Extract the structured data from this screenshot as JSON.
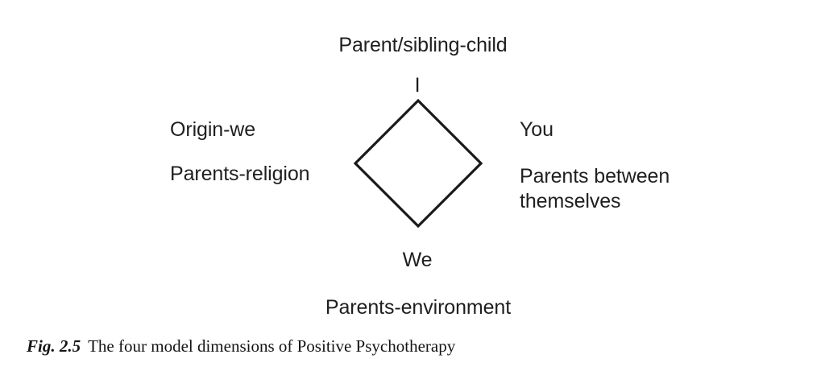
{
  "figure": {
    "background_color": "#ffffff",
    "line_color": "#1a1a1a",
    "text_color": "#1f1f1f",
    "caption": {
      "number": "Fig. 2.5",
      "text": "The four model dimensions of Positive Psychotherapy"
    },
    "diagram": {
      "shape": "diamond",
      "center_label_top_marker": "I",
      "labels": {
        "top_outer": "Parent/sibling-child",
        "top_inner": "I",
        "left_upper": "Origin-we",
        "left_lower": "Parents-religion",
        "right_upper": "You",
        "right_lower": "Parents between themselves",
        "bottom_inner": "We",
        "bottom_outer": "Parents-environment"
      }
    }
  },
  "chart_data": {
    "type": "diagram",
    "title": "The four model dimensions of Positive Psychotherapy",
    "shape": "diamond",
    "nodes": [
      {
        "position": "top",
        "inner_label": "I",
        "outer_label": "Parent/sibling-child"
      },
      {
        "position": "left",
        "inner_label": "",
        "outer_label": "Origin-we",
        "secondary_label": "Parents-religion"
      },
      {
        "position": "right",
        "inner_label": "",
        "outer_label": "You",
        "secondary_label": "Parents between themselves"
      },
      {
        "position": "bottom",
        "inner_label": "We",
        "outer_label": "Parents-environment"
      }
    ],
    "legend": [],
    "grid": false
  }
}
